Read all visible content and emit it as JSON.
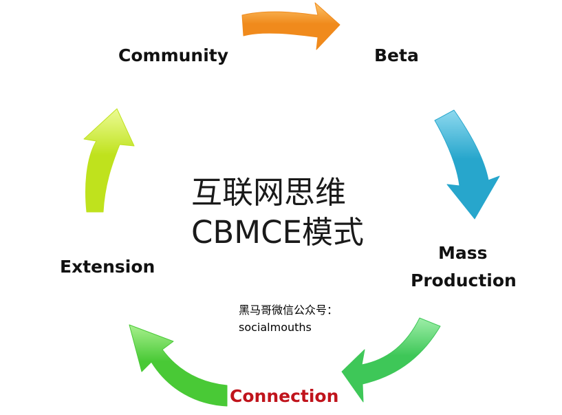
{
  "center": {
    "line1": "互联网思维",
    "line2": "CBMCE模式"
  },
  "stages": [
    {
      "label": "Community",
      "color": "#111111"
    },
    {
      "label": "Beta",
      "color": "#111111"
    },
    {
      "label": "Mass",
      "label2": "Production",
      "color": "#111111"
    },
    {
      "label": "Connection",
      "color": "#c0141c"
    },
    {
      "label": "Extension",
      "color": "#111111"
    }
  ],
  "arrows": [
    {
      "name": "arrow-community-to-beta",
      "color": "#f08a1c",
      "light": "#fcc46a"
    },
    {
      "name": "arrow-beta-to-mass-production",
      "color": "#27a6cc",
      "light": "#8ed9ef"
    },
    {
      "name": "arrow-mass-production-to-connection",
      "color": "#3ec758",
      "light": "#9eeea8"
    },
    {
      "name": "arrow-connection-to-extension",
      "color": "#49c936",
      "light": "#a8f08e"
    },
    {
      "name": "arrow-extension-to-community",
      "color": "#bfe21d",
      "light": "#ecfb96"
    }
  ],
  "note": {
    "line1": "黑马哥微信公众号：",
    "line2": "socialmouths"
  }
}
